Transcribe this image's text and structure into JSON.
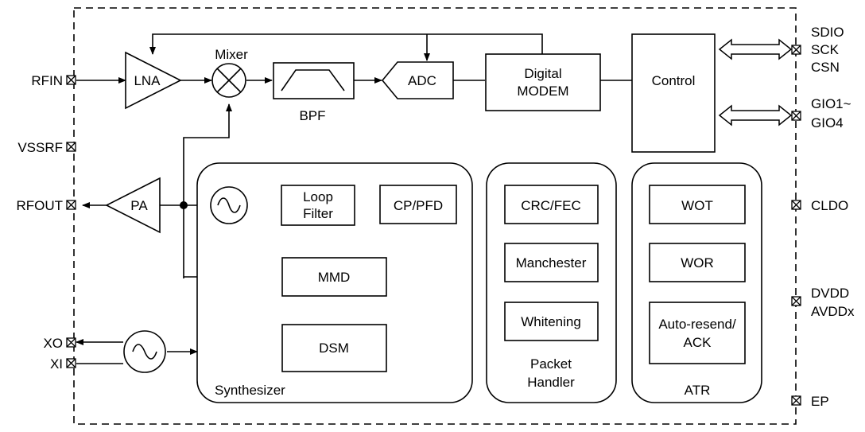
{
  "blocks": {
    "lna": "LNA",
    "mixer": "Mixer",
    "bpf": "BPF",
    "adc": "ADC",
    "digital_modem_line1": "Digital",
    "digital_modem_line2": "MODEM",
    "control": "Control",
    "pa": "PA",
    "loop_filter_line1": "Loop",
    "loop_filter_line2": "Filter",
    "cp_pfd": "CP/PFD",
    "mmd": "MMD",
    "dsm": "DSM",
    "crc_fec": "CRC/FEC",
    "manchester": "Manchester",
    "whitening": "Whitening",
    "wot": "WOT",
    "wor": "WOR",
    "auto_resend_line1": "Auto-resend/",
    "auto_resend_line2": "ACK"
  },
  "groups": {
    "synthesizer": "Synthesizer",
    "packet_handler_line1": "Packet",
    "packet_handler_line2": "Handler",
    "atr": "ATR"
  },
  "pins": {
    "rfin": "RFIN",
    "vssrf": "VSSRF",
    "rfout": "RFOUT",
    "xo": "XO",
    "xi": "XI",
    "sdio": "SDIO",
    "sck": "SCK",
    "csn": "CSN",
    "gio_line1": "GIO1~",
    "gio_line2": "GIO4",
    "cldo": "CLDO",
    "dvdd": "DVDD",
    "avddx": "AVDDx",
    "ep": "EP"
  }
}
